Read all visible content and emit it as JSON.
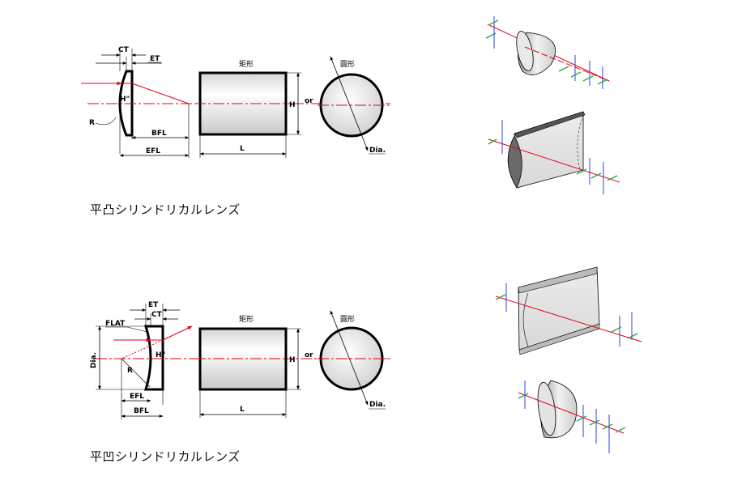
{
  "top": {
    "caption": "平凸シリンドリカルレンズ",
    "labels": {
      "ct": "CT",
      "et": "ET",
      "h_prime": "H\"",
      "r": "R",
      "bfl": "BFL",
      "efl": "EFL",
      "rect": "矩形",
      "l": "L",
      "h": "H",
      "or": "or",
      "circle": "圓形",
      "dia": "Dia."
    }
  },
  "bottom": {
    "caption": "平凹シリンドリカルレンズ",
    "labels": {
      "et": "ET",
      "ct": "CT",
      "flat": "FLAT",
      "dia_left": "Dia.",
      "h_prime": "H\"",
      "r": "R",
      "efl": "EFL",
      "bfl": "BFL",
      "rect": "矩形",
      "l": "L",
      "h": "H",
      "or": "or",
      "circle": "圓形",
      "dia": "Dia."
    }
  },
  "colors": {
    "ray": "#e3001b",
    "outline": "#000000",
    "green_marks": "#2aa84a",
    "blue_marks": "#1c2fd6"
  }
}
